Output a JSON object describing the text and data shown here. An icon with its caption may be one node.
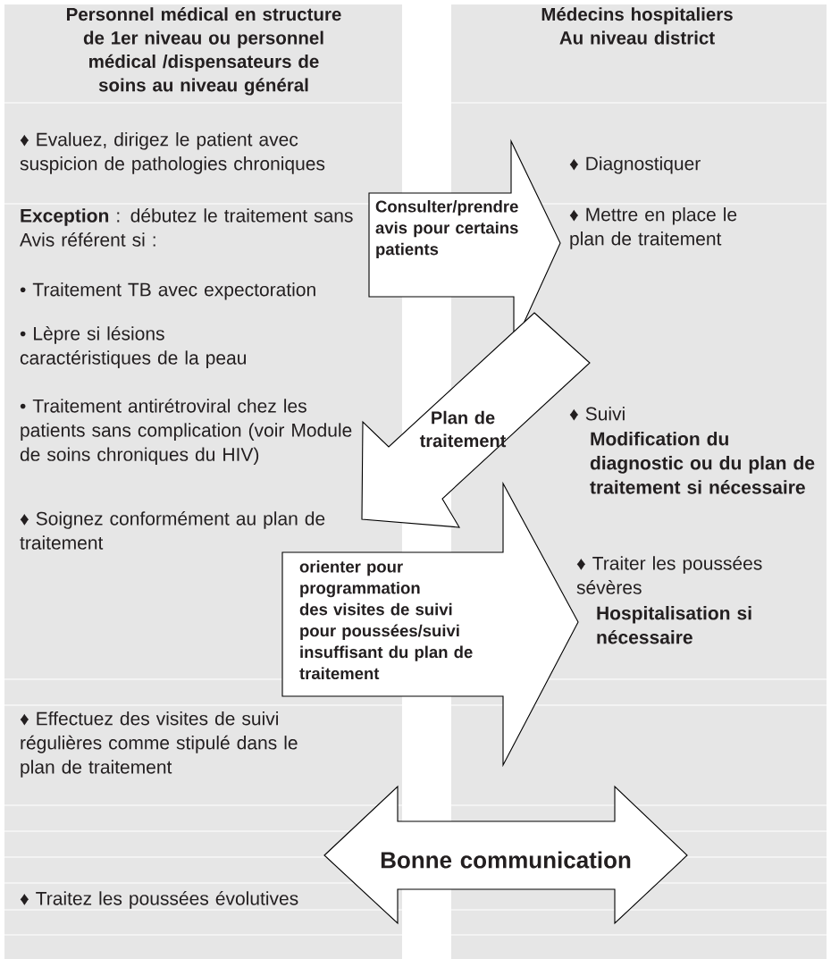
{
  "diagram": {
    "nodes": [
      {
        "text": [
          "Personnel médical en structure de 1er niveau ou personnel médical /dispensateurs de soins au niveau général",
          "♦ Evaluez, dirigez le patient avec suspicion de pathologies chroniques",
          "**Exception** : débutez le traitement sans Avis référent si :",
          "• Traitement TB avec expectoration",
          "• Lèpre si lésions caractéristiques de la peau",
          "• Traitement antirétroviral chez les patients sans complication (voir Module de soins chroniques du HIV)",
          "♦ Soignez conformément au plan de traitement",
          "♦ Effectuez des visites de suivi régulières comme stipulé dans le plan de traitement",
          "♦ Traitez les poussées évolutives"
        ]
      },
      {
        "text": [
          "Médecins hospitaliers Au niveau district",
          "♦ Diagnostiquer",
          "♦ Mettre en place le plan de traitement",
          "♦ Suivi",
          "Modification du diagnostic ou du plan de traitement si nécessaire",
          "♦ Traiter les poussées sévères",
          "Hospitalisation si nécessaire"
        ]
      },
      {
        "text": [
          "Consulter/prendre avis pour certains patients"
        ]
      },
      {
        "text": [
          "Plan de traitement"
        ]
      },
      {
        "text": [
          "orienter pour programmation des visites de suivi pour poussées/suivi insuffisant du plan de traitement"
        ]
      },
      {
        "text": [
          "Bonne communication"
        ]
      }
    ]
  }
}
